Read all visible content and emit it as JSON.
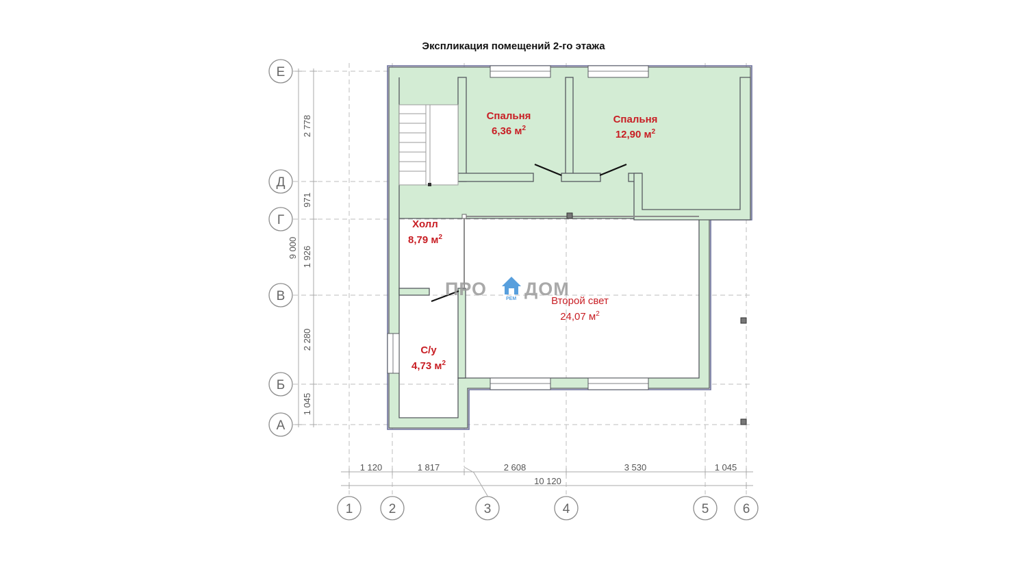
{
  "title": "Экспликация помещений 2-го этажа",
  "axes": {
    "rows": [
      "Е",
      "Д",
      "Г",
      "В",
      "Б",
      "А"
    ],
    "columns": [
      "1",
      "2",
      "3",
      "4",
      "5",
      "6"
    ]
  },
  "dimensions": {
    "vertical_total": "9 000",
    "vertical": [
      "2 778",
      "971",
      "1 926",
      "2 280",
      "1 045"
    ],
    "horizontal": [
      "1 120",
      "1 817",
      "2 608",
      "3 530",
      "1 045"
    ],
    "horizontal_total": "10 120"
  },
  "rooms": [
    {
      "name": "Спальня",
      "area": "6,36 м",
      "sup": "2"
    },
    {
      "name": "Спальня",
      "area": "12,90 м",
      "sup": "2"
    },
    {
      "name": "Холл",
      "area": "8,79 м",
      "sup": "2"
    },
    {
      "name": "С/у",
      "area": "4,73 м",
      "sup": "2"
    },
    {
      "name": "Второй свет",
      "area": "24,07 м",
      "sup": "2"
    }
  ],
  "logo": {
    "left": "ПРО",
    "right": "ДОМ",
    "small": "РЕМ"
  },
  "colors": {
    "wall_fill": "#d3ecd4",
    "label_red": "#c81e24",
    "logo_blue": "#3b8fd8"
  }
}
